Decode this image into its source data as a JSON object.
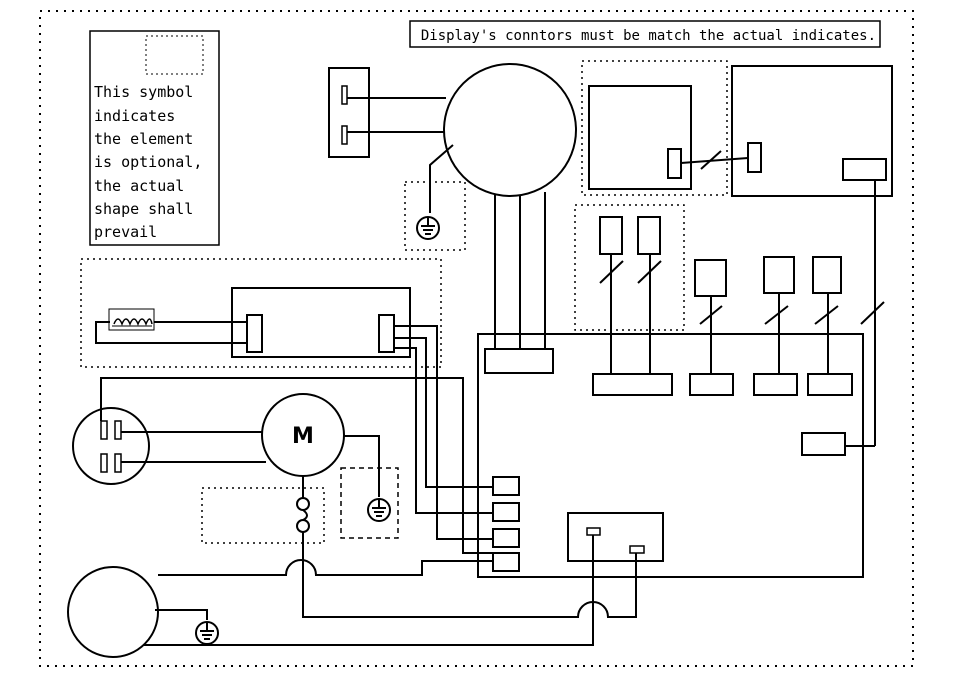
{
  "notice": {
    "text": "Display's conntors must be match the actual indicates."
  },
  "legend": {
    "lines": [
      "This symbol",
      "indicates",
      "the element",
      "is optional,",
      "the actual",
      "shape shall",
      "prevail"
    ]
  },
  "motor": {
    "label": "M"
  },
  "colors": {
    "ink": "#000000",
    "background": "#ffffff"
  }
}
